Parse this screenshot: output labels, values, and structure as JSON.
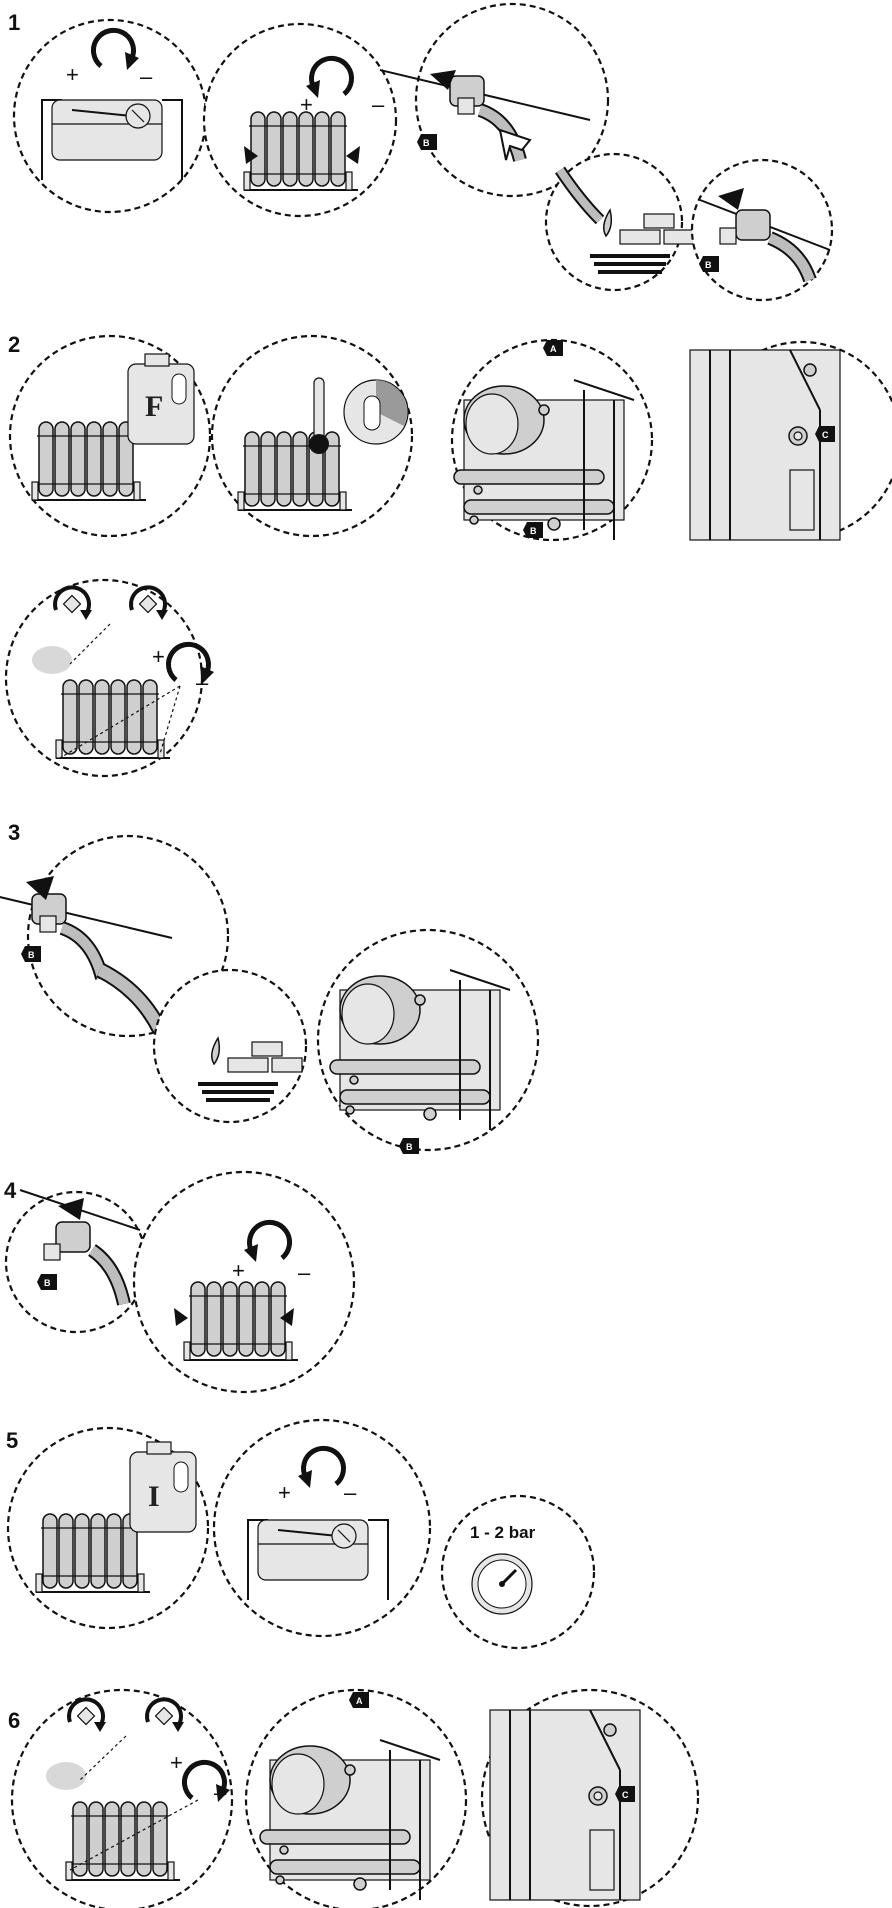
{
  "steps": [
    {
      "number": "1"
    },
    {
      "number": "2"
    },
    {
      "number": "3"
    },
    {
      "number": "4"
    },
    {
      "number": "5"
    },
    {
      "number": "6"
    }
  ],
  "labels": {
    "a": "A",
    "b": "B",
    "c": "C"
  },
  "signs": {
    "plus": "+",
    "minus": "–"
  },
  "containers": {
    "fill_agent": "F",
    "inhibitor": "I"
  },
  "gauge": {
    "pressure_range": "1 - 2 bar"
  }
}
